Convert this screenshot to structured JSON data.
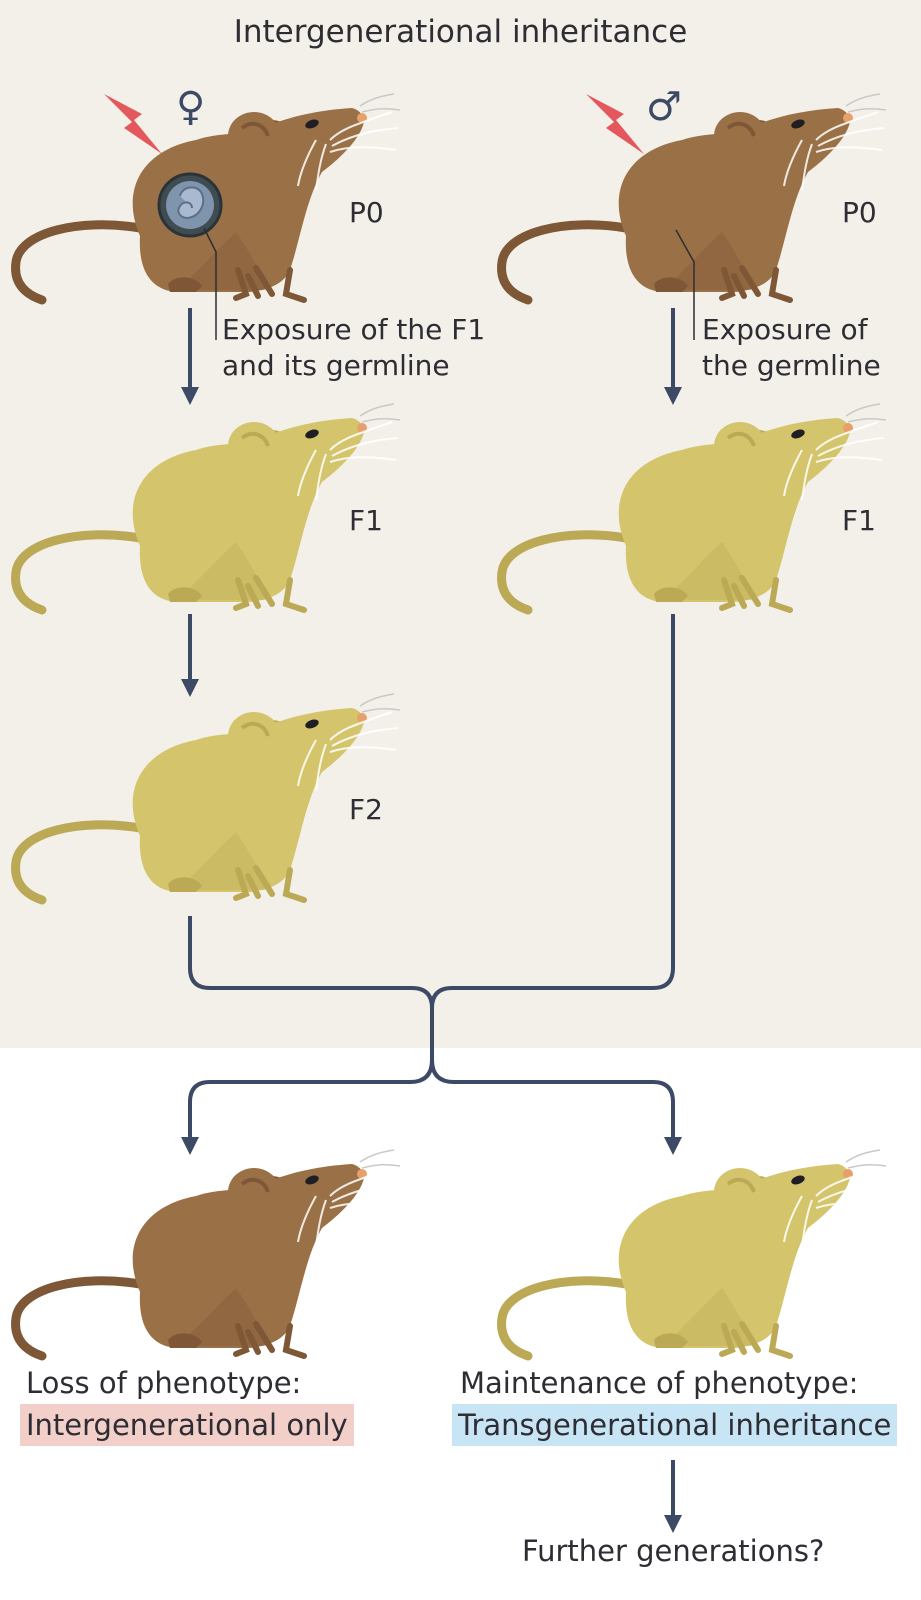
{
  "title": "Intergenerational inheritance",
  "left_column": {
    "parent_sex_symbol": "♀",
    "p0_label": "P0",
    "exposure_note_line1": "Exposure of the F1",
    "exposure_note_line2": "and its germline",
    "f1_label": "F1",
    "f2_label": "F2"
  },
  "right_column": {
    "parent_sex_symbol": "♂",
    "p0_label": "P0",
    "exposure_note_line1": "Exposure of",
    "exposure_note_line2": "the germline",
    "f1_label": "F1"
  },
  "outcomes": {
    "loss_title": "Loss of phenotype:",
    "loss_tag": "Intergenerational only",
    "maintenance_title": "Maintenance of phenotype:",
    "maintenance_tag": "Transgenerational inheritance",
    "further": "Further generations?"
  },
  "icons": {
    "exposure": "lightning-bolt-icon",
    "female": "female-symbol-icon",
    "male": "male-symbol-icon",
    "embryo": "embryo-icon",
    "mouse": "mouse-icon"
  },
  "colors": {
    "exposed_mouse": "#9a7046",
    "unexposed_mouse": "#d4c56c",
    "arrow": "#3d4a66",
    "bolt": "#e4575c",
    "loss_highlight": "#f3cfca",
    "maintenance_highlight": "#c7e5f5",
    "panel_background": "#f3f0ea"
  }
}
